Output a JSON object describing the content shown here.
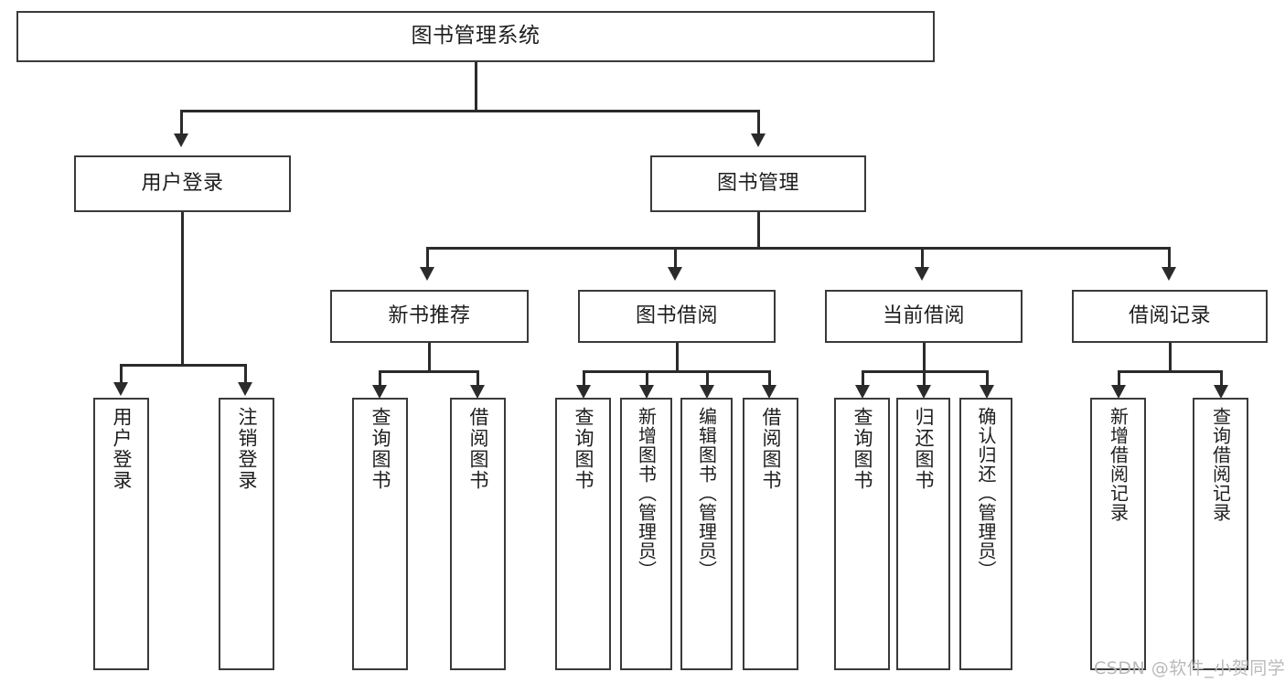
{
  "diagram": {
    "title": "图书管理系统",
    "watermark": "CSDN @软件_小贺同学",
    "colors": {
      "box_border": "#3a3a3a",
      "connector": "#2b2b2b",
      "background": "#ffffff",
      "text": "#1d1d1d",
      "watermark": "#b9b9b9"
    },
    "root": {
      "label": "图书管理系统"
    },
    "level2": [
      {
        "label": "用户登录"
      },
      {
        "label": "图书管理"
      }
    ],
    "level3": [
      {
        "label": "新书推荐"
      },
      {
        "label": "图书借阅"
      },
      {
        "label": "当前借阅"
      },
      {
        "label": "借阅记录"
      }
    ],
    "leaves": {
      "user_login": [
        {
          "label": "用户登录"
        },
        {
          "label": "注销登录"
        }
      ],
      "new_book": [
        {
          "label": "查询图书"
        },
        {
          "label": "借阅图书"
        }
      ],
      "borrow": [
        {
          "label": "查询图书"
        },
        {
          "label": "新增图书（管理员）"
        },
        {
          "label": "编辑图书（管理员）"
        },
        {
          "label": "借阅图书"
        }
      ],
      "current": [
        {
          "label": "查询图书"
        },
        {
          "label": "归还图书"
        },
        {
          "label": "确认归还（管理员）"
        }
      ],
      "records": [
        {
          "label": "新增借阅记录"
        },
        {
          "label": "查询借阅记录"
        }
      ]
    }
  }
}
